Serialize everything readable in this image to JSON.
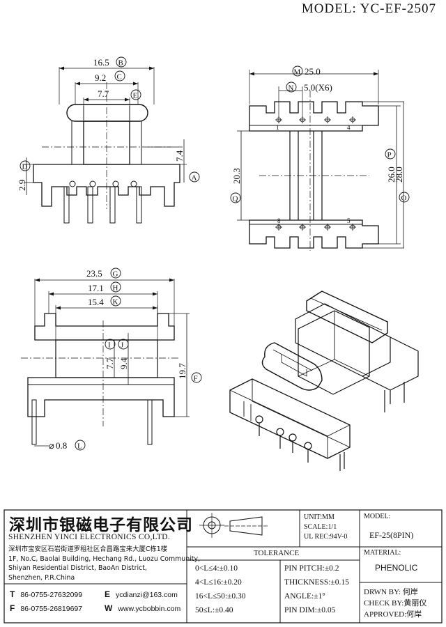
{
  "model": "MODEL:  YC-EF-2507",
  "dimensions": {
    "b": "16.5",
    "c": "9.2",
    "e": "7.7",
    "a": "7.4",
    "d": "2.9",
    "m": "25.0",
    "n": "5.0(X6)",
    "p": "26.0",
    "o": "28.0",
    "q": "20.3",
    "g": "23.5",
    "h": "17.1",
    "k": "15.4",
    "i": "7.7",
    "j": "9.4",
    "f": "19.7",
    "l": "0.8"
  },
  "markers": {
    "a": "A",
    "b": "B",
    "c": "C",
    "d": "D",
    "e": "E",
    "f": "F",
    "g": "G",
    "h": "H",
    "i": "I",
    "j": "J",
    "k": "K",
    "l": "L",
    "m": "M",
    "n": "N",
    "o": "O",
    "p": "P",
    "q": "Q"
  },
  "pins": {
    "p1": "1",
    "p4": "4",
    "p8": "8",
    "p5": "5"
  },
  "diameter_symbol": "⌀",
  "title_block": {
    "company_cn": "深圳市银磁电子有限公司",
    "company_en": "SHENZHEN YINCI ELECTRONICS CO,LTD.",
    "address_lines": [
      "深圳市宝安区石岩街道罗租社区合昌路宝来大厦C栋1楼",
      "1F, No.C, Baolai Building, Hechang Rd., Luozu Community,",
      "Shiyan Residential District, BaoAn District,",
      "Shenzhen, P.R.China"
    ],
    "tel_label": "T",
    "tel": "86-0755-27632099",
    "fax_label": "F",
    "fax": "86-0755-26819697",
    "email_label": "E",
    "email": "ycdianzi@163.com",
    "web_label": "W",
    "web": "www.ycbobbin.com",
    "unit": "UNIT:MM",
    "scale": "SCALE:1/1",
    "ul": "UL REC:94V-0",
    "tolerance_title": "TOLERANCE",
    "tolerances": [
      "0<L≤4:±0.10",
      "4<L≤16:±0.20",
      "16<L≤50:±0.30",
      "50≤L:±0.40"
    ],
    "pin_tolerances": [
      "PIN PITCH:±0.2",
      "THICKNESS:±0.15",
      "ANGLE:±1°",
      "PIN DIM:±0.05"
    ],
    "model_label": "MODEL:",
    "model_value": "EF-25(8PIN)",
    "material_label": "MATERIAL:",
    "material_value": "PHENOLIC",
    "drawn": "DRWN BY: 何岸",
    "check": "CHECK BY:黄丽仪",
    "approved": "APPROVED:何岸"
  }
}
